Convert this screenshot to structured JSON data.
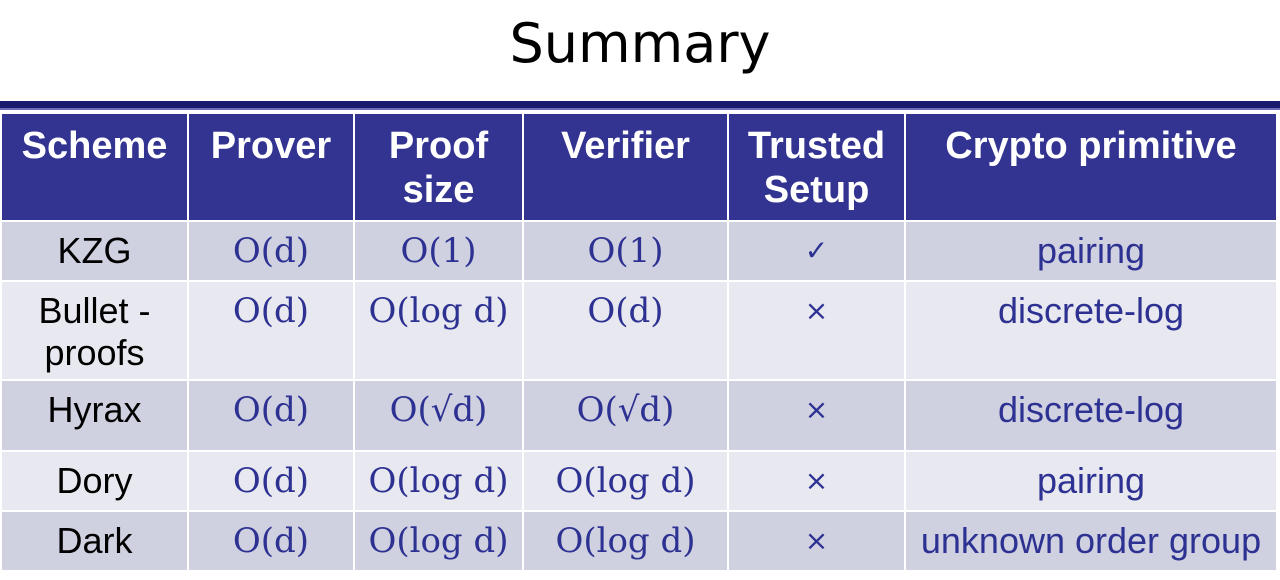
{
  "title": "Summary",
  "table": {
    "headers": [
      "Scheme",
      "Prover",
      "Proof size",
      "Verifier",
      "Trusted Setup",
      "Crypto primitive"
    ],
    "rows": [
      {
        "scheme": "KZG",
        "prover": "O(d)",
        "proof_size": "O(1)",
        "verifier": "O(1)",
        "trusted_setup": "✓",
        "primitive": "pairing"
      },
      {
        "scheme": "Bullet -proofs",
        "prover": "O(d)",
        "proof_size": "O(log d)",
        "verifier": "O(d)",
        "trusted_setup": "×",
        "primitive": "discrete-log"
      },
      {
        "scheme": "Hyrax",
        "prover": "O(d)",
        "proof_size": "O(√d)",
        "verifier": "O(√d)",
        "trusted_setup": "×",
        "primitive": "discrete-log"
      },
      {
        "scheme": "Dory",
        "prover": "O(d)",
        "proof_size": "O(log d)",
        "verifier": "O(log d)",
        "trusted_setup": "×",
        "primitive": "pairing"
      },
      {
        "scheme": "Dark",
        "prover": "O(d)",
        "proof_size": "O(log d)",
        "verifier": "O(log d)",
        "trusted_setup": "×",
        "primitive": "unknown order group"
      }
    ]
  },
  "colors": {
    "header_bg": "#333391",
    "row_odd": "#cfd0e0",
    "row_even": "#e8e8f0",
    "accent_text": "#2d3192"
  }
}
